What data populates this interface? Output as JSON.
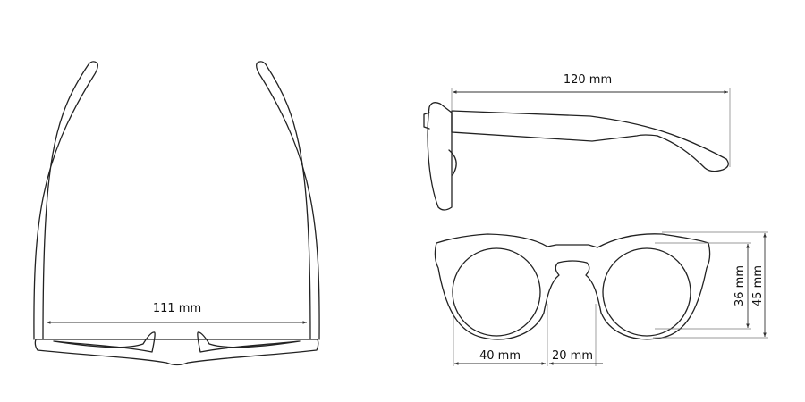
{
  "diagram": {
    "top_view": {
      "width_label": "111 mm"
    },
    "side_view": {
      "temple_length_label": "120 mm"
    },
    "front_view": {
      "lens_width_label": "40 mm",
      "bridge_width_label": "20 mm",
      "lens_height_label": "36 mm",
      "frame_height_label": "45 mm"
    }
  }
}
